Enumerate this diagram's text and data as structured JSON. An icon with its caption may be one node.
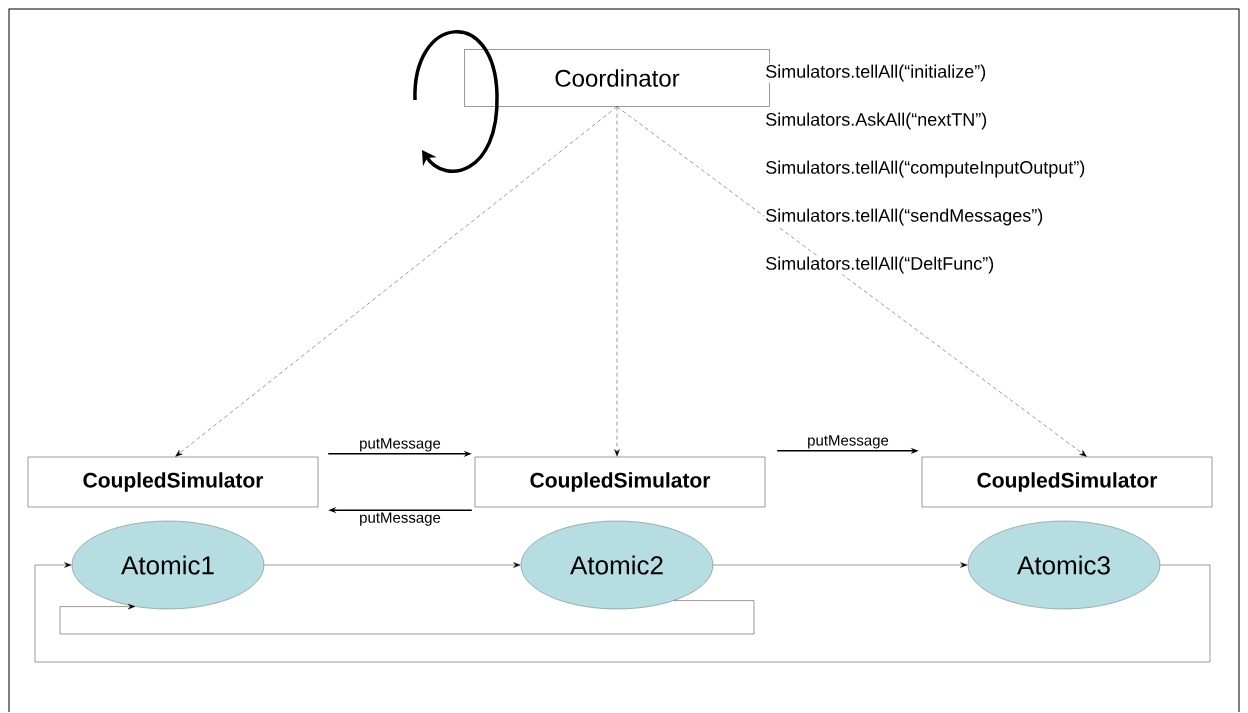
{
  "diagram": {
    "nodes": [
      {
        "text": [
          "Coordinator"
        ]
      },
      {
        "text": [
          "CoupledSimulator"
        ]
      },
      {
        "text": [
          "CoupledSimulator"
        ]
      },
      {
        "text": [
          "CoupledSimulator"
        ]
      },
      {
        "text": [
          "Atomic1"
        ]
      },
      {
        "text": [
          "Atomic2"
        ]
      },
      {
        "text": [
          "Atomic3"
        ]
      }
    ],
    "edges": [
      {
        "from": 0,
        "to": 1,
        "arrow": "to",
        "style": "dashed"
      },
      {
        "from": 0,
        "to": 2,
        "arrow": "to",
        "style": "dashed"
      },
      {
        "from": 0,
        "to": 3,
        "arrow": "to",
        "style": "dashed"
      },
      {
        "from": 1,
        "to": 2,
        "arrow": "to",
        "label": "putMessage"
      },
      {
        "from": 2,
        "to": 1,
        "arrow": "to",
        "label": "putMessage"
      },
      {
        "from": 2,
        "to": 3,
        "arrow": "to",
        "label": "putMessage"
      },
      {
        "from": 4,
        "to": 5,
        "arrow": "to"
      },
      {
        "from": 5,
        "to": 6,
        "arrow": "to"
      },
      {
        "from": 6,
        "to": 4,
        "arrow": "to"
      },
      {
        "from": 5,
        "to": 4,
        "arrow": "to"
      }
    ],
    "labels": [
      "Simulators.tellAll(“initialize”)",
      "Simulators.AskAll(“nextTN”)",
      "Simulators.tellAll(“computeInputOutput”)",
      "Simulators.tellAll(“sendMessages”)",
      "Simulators.tellAll(“DeltFunc”)"
    ]
  }
}
